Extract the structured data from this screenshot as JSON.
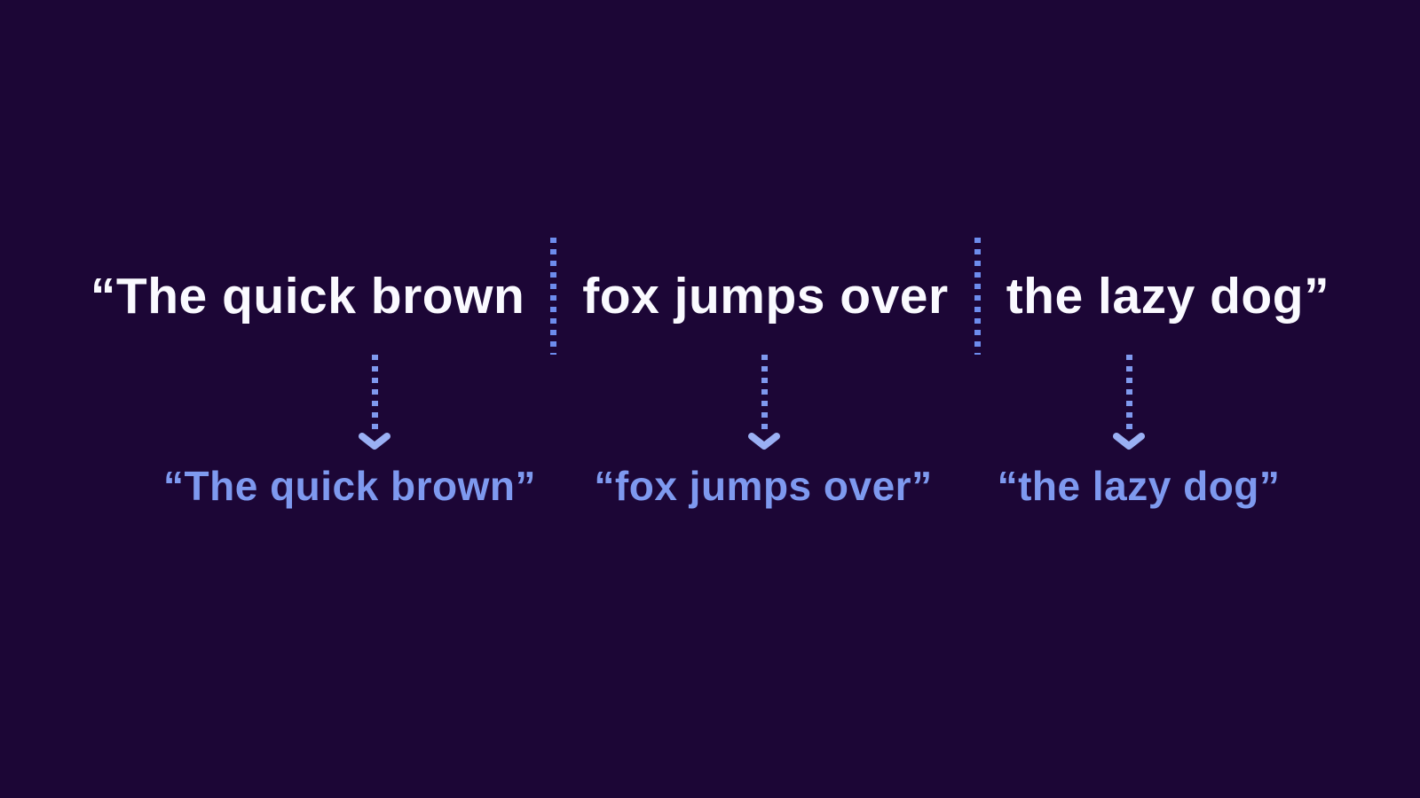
{
  "colors": {
    "background": "#1c0636",
    "sentence_text": "#fafaff",
    "separator_dot": "#6d8ced",
    "arrow_shaft": "#7f99ee",
    "arrow_head": "#9ab0f4",
    "chunk_text": "#7e99ef"
  },
  "diagram": {
    "sentence_chunks": [
      {
        "top": "“The quick brown",
        "bottom": "“The quick brown”"
      },
      {
        "top": "fox jumps over",
        "bottom": "“fox jumps over”"
      },
      {
        "top": "the lazy dog”",
        "bottom": "“the lazy dog”"
      }
    ]
  }
}
